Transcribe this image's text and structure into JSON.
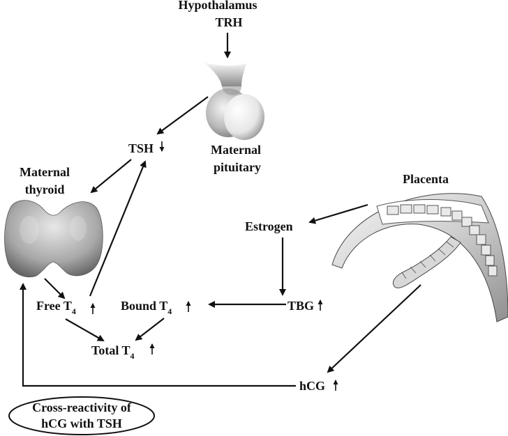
{
  "labels": {
    "hypothalamus": "Hypothalamus",
    "trh": "TRH",
    "tsh": "TSH",
    "maternal_pituitary_1": "Maternal",
    "maternal_pituitary_2": "pituitary",
    "maternal_thyroid_1": "Maternal",
    "maternal_thyroid_2": "thyroid",
    "placenta": "Placenta",
    "estrogen": "Estrogen",
    "free_t4": "Free T",
    "free_t4_sub": "4",
    "bound_t4": "Bound T",
    "bound_t4_sub": "4",
    "total_t4": "Total T",
    "total_t4_sub": "4",
    "tbg": "TBG",
    "hcg": "hCG",
    "cross_reactivity_1": "Cross-reactivity of",
    "cross_reactivity_2": "hCG with TSH"
  },
  "trends": {
    "tsh": "decrease",
    "free_t4": "increase",
    "bound_t4": "increase",
    "total_t4": "increase",
    "tbg": "increase",
    "hcg": "increase"
  },
  "icons": [
    "pituitary-gland-illustration",
    "thyroid-gland-illustration",
    "placenta-illustration"
  ]
}
